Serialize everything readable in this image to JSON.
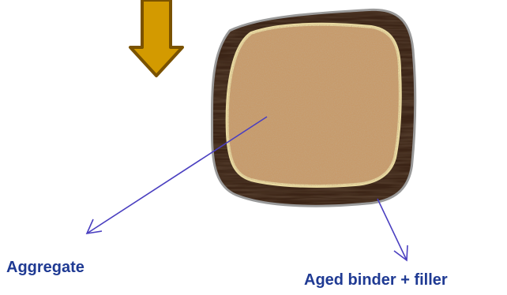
{
  "labels": {
    "aggregate": "Aggregate",
    "binder_filler": "Aged binder + filler"
  },
  "colors": {
    "arrow_fill": "#d39a00",
    "arrow_stroke": "#7a5200",
    "coating_dark": "#3b2416",
    "coating_outline": "#9a9a9a",
    "aggregate_border": "#e8d9a0",
    "aggregate_fill": "#c79a6a",
    "pointer_line": "#4a3fc0",
    "label_text": "#1f3a93"
  },
  "icons": {
    "down_arrow": "down-arrow-icon",
    "particle": "coated-aggregate-particle"
  }
}
